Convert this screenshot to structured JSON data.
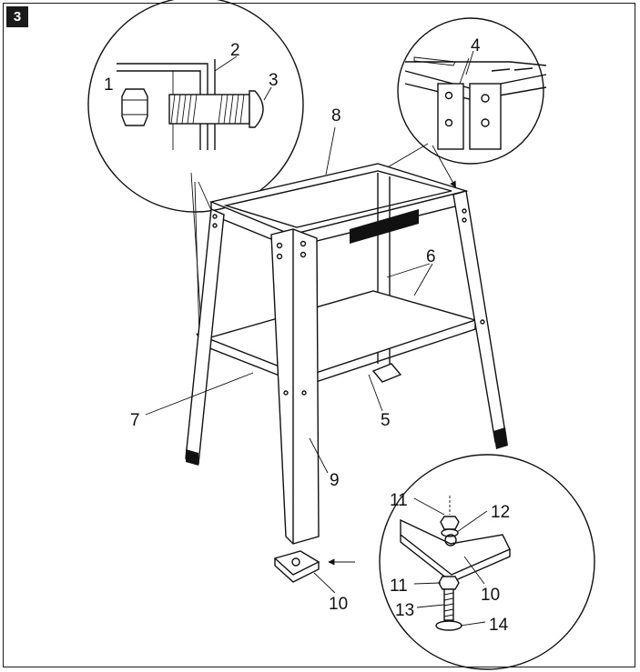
{
  "step_number": "3",
  "callouts": [
    "1",
    "2",
    "3",
    "4",
    "5",
    "6",
    "7",
    "8",
    "9",
    "10",
    "10",
    "11",
    "11",
    "12",
    "13",
    "14"
  ],
  "colors": {
    "line": "#111111",
    "badge": "#1a1a1a",
    "background": "#ffffff"
  }
}
